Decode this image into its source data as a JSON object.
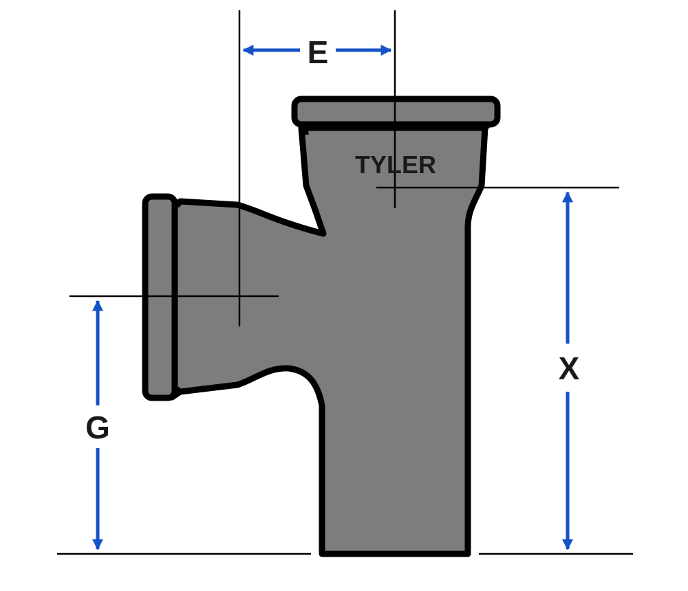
{
  "colors": {
    "fitting_fill": "#7d7d7f",
    "outline": "#000000",
    "dimension_arrow": "#1452c8",
    "label_text": "#1a1a1a",
    "background": "#ffffff"
  },
  "labels": {
    "brand": "TYLER",
    "dim_e": "E",
    "dim_g": "G",
    "dim_x": "X"
  }
}
